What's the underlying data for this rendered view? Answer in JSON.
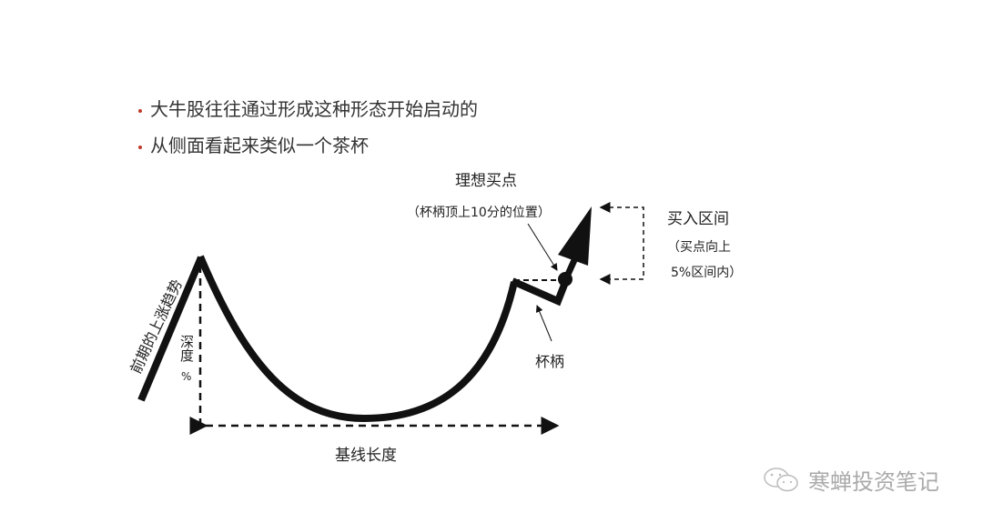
{
  "bullets": [
    "大牛股往往通过形成这种形态开始启动的",
    "从侧面看起来类似一个茶杯"
  ],
  "labels": {
    "prior_uptrend": "前期的上涨趋势",
    "depth": "深度",
    "depth_unit": "%",
    "baseline_length": "基线长度",
    "handle": "杯柄",
    "ideal_buy_point": "理想买点",
    "ideal_buy_point_note": "（杯柄顶上10分的位置）",
    "buy_range": "买入区间",
    "buy_range_note_1": "（买点向上",
    "buy_range_note_2": "5%区间内）"
  },
  "watermark": "寒蝉投资笔记",
  "colors": {
    "bullet": "#c0392b",
    "line": "#111111",
    "watermark": "#aaaaaa"
  }
}
